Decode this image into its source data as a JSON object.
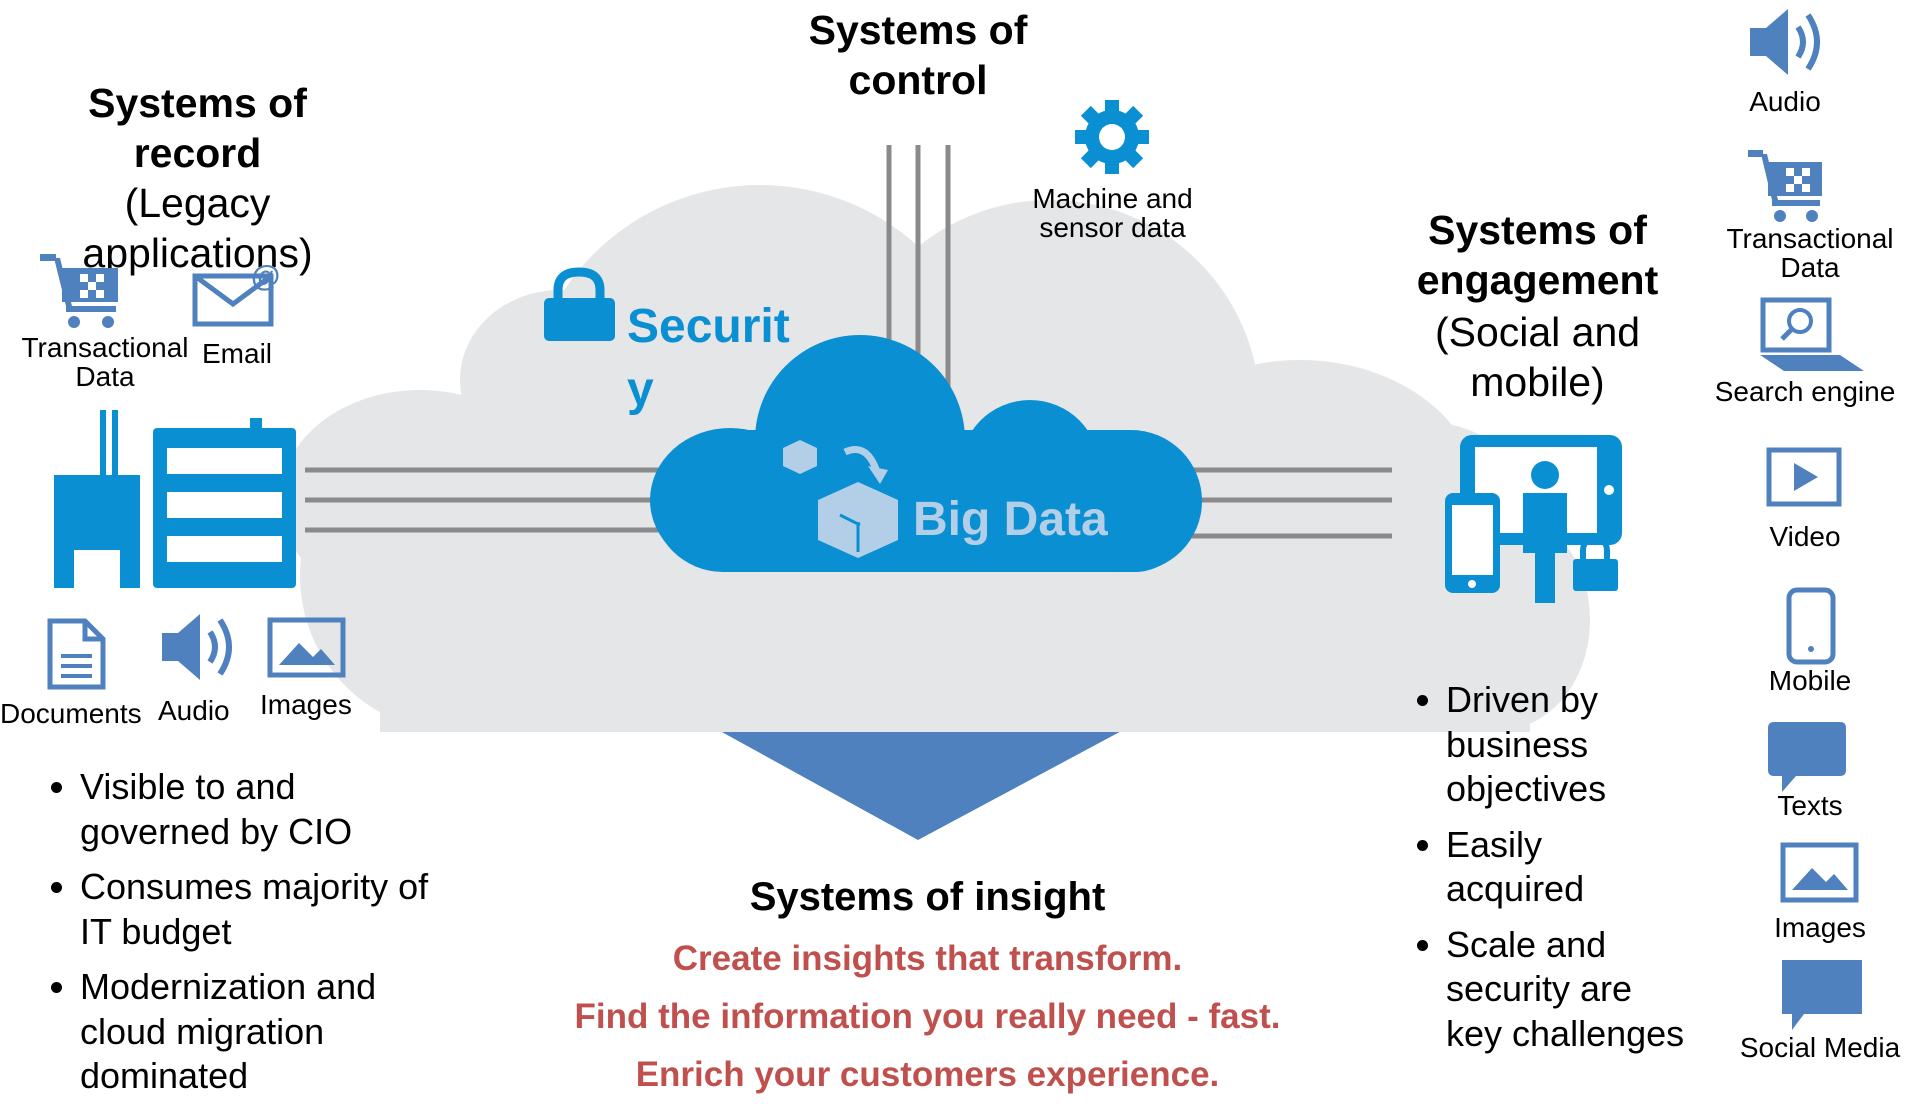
{
  "colors": {
    "cloud": "#e5e6e8",
    "blue": "#0b8fd3",
    "dark_blue": "#4e81bd",
    "line": "#8a8a8a",
    "red": "#c0504d",
    "text_blue": "#b3cfe8"
  },
  "record": {
    "title": "Systems of record",
    "subtitle": "(Legacy applications)",
    "icons": {
      "transactional": "Transactional Data",
      "email": "Email",
      "documents": "Documents",
      "audio": "Audio",
      "images": "Images"
    },
    "bullets": [
      "Visible to and governed by CIO",
      "Consumes majority of IT budget",
      "Modernization and cloud migration dominated"
    ]
  },
  "control": {
    "title": "Systems of control",
    "machine_label": "Machine and sensor data"
  },
  "security": {
    "label": "Securit y"
  },
  "bigdata": {
    "label": "Big Data"
  },
  "engagement": {
    "title": "Systems of engagement",
    "subtitle": "(Social and mobile)",
    "bullets": [
      "Driven by business objectives",
      "Easily acquired",
      "Scale and security are key challenges"
    ]
  },
  "insight": {
    "title": "Systems of insight",
    "lines": [
      "Create insights that transform.",
      "Find the information you really need - fast.",
      "Enrich your customers experience."
    ]
  },
  "sources": [
    "Audio",
    "Transactional Data",
    "Search engine",
    "Video",
    "Mobile",
    "Texts",
    "Images",
    "Social Media"
  ]
}
